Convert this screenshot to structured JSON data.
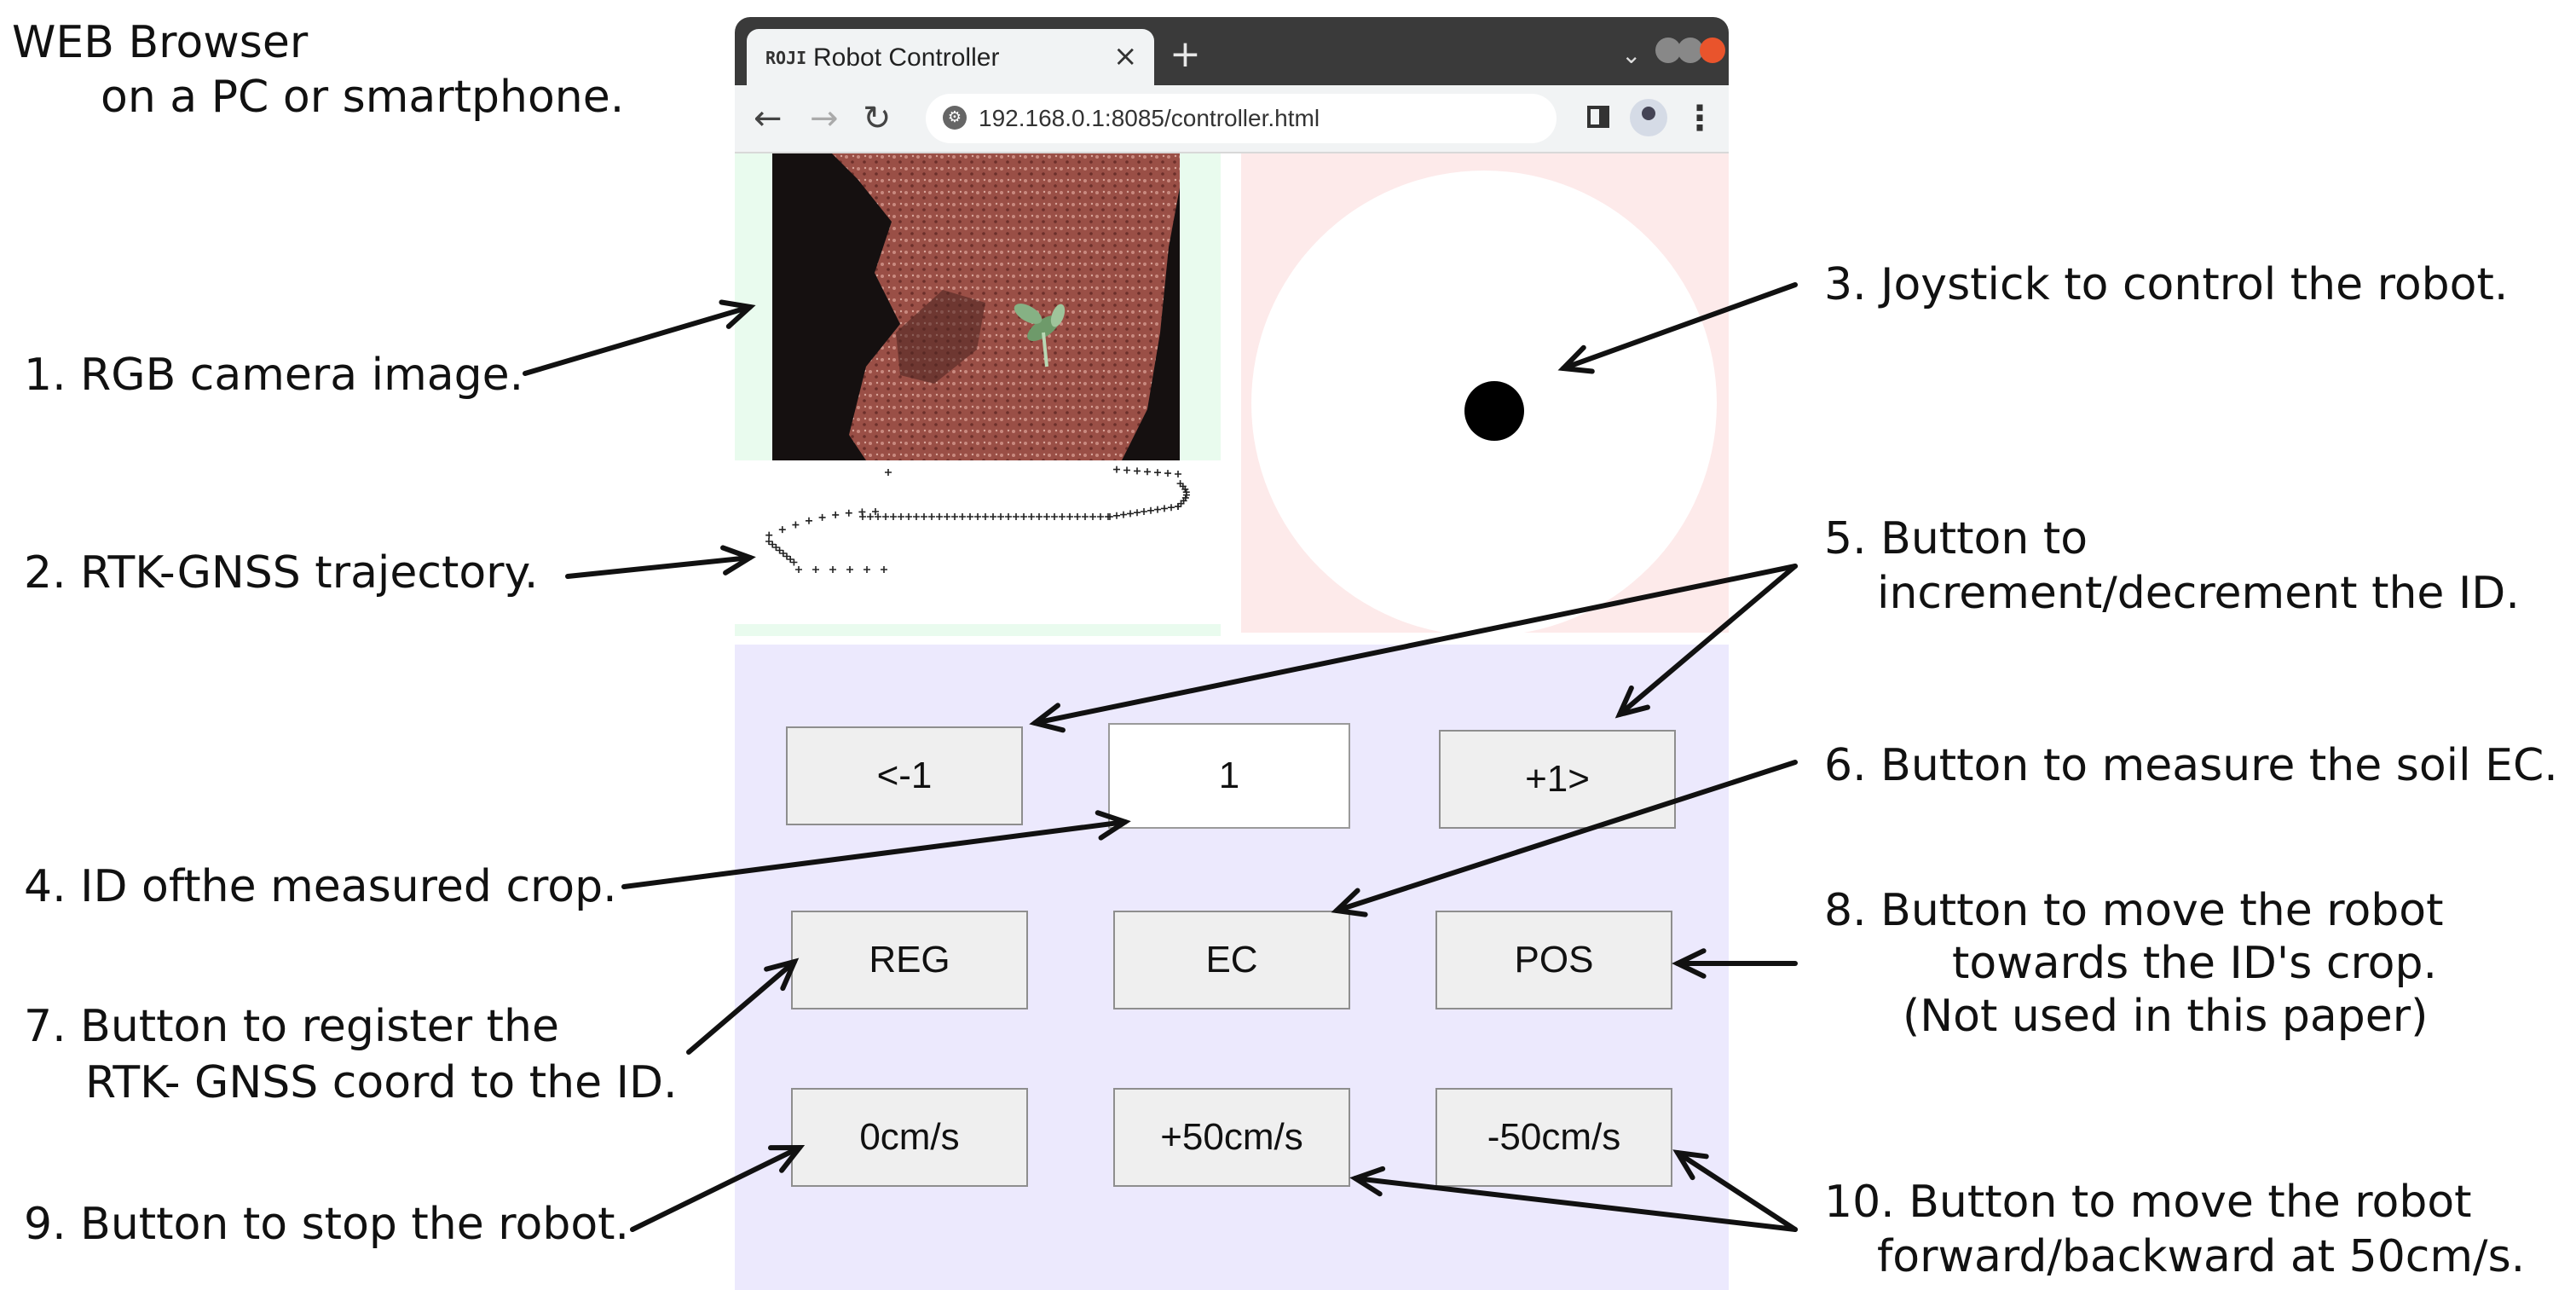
{
  "annotations": {
    "browser_title_line1": "WEB Browser",
    "browser_title_line2": "on a  PC or smartphone.",
    "a1": "1. RGB camera image.",
    "a2": "2. RTK-GNSS trajectory.",
    "a3": "3. Joystick to control the robot.",
    "a4": "4. ID ofthe measured crop.",
    "a5_line1": "5. Button to",
    "a5_line2": "increment/decrement the ID.",
    "a6": "6. Button to measure the soil EC.",
    "a7_line1": "7. Button to register the",
    "a7_line2": "RTK- GNSS coord to the ID.",
    "a8_line1": "8. Button to move the robot",
    "a8_line2": "towards the ID's crop.",
    "a8_line3": "(Not used in this paper)",
    "a9": "9. Button to stop the robot.",
    "a10_line1": "10. Button to move the robot",
    "a10_line2": "forward/backward at 50cm/s."
  },
  "browser": {
    "tab_favicon": "ROJI",
    "tab_title": "Robot Controller",
    "tab_close": "×",
    "new_tab": "+",
    "tab_menu": "⌄",
    "url": "192.168.0.1:8085/controller.html",
    "nav_back": "←",
    "nav_forward": "→",
    "nav_reload": "↻",
    "menu": "⋮",
    "lock": "⚙"
  },
  "controls": {
    "dec_label": "<-1",
    "id_value": "1",
    "inc_label": "+1>",
    "reg_label": "REG",
    "ec_label": "EC",
    "pos_label": "POS",
    "stop_label": "0cm/s",
    "forward_label": "+50cm/s",
    "backward_label": "-50cm/s"
  },
  "colors": {
    "camera_panel_bg": "#e9fbee",
    "joystick_panel_bg": "#fdeaea",
    "control_panel_bg": "#ece9fd",
    "button_bg": "#efefef",
    "soil": "#9a4f46",
    "leaf": "#6e9a6a"
  },
  "icons": [
    "lock-icon",
    "side-panel-icon",
    "profile-icon",
    "menu-icon"
  ]
}
